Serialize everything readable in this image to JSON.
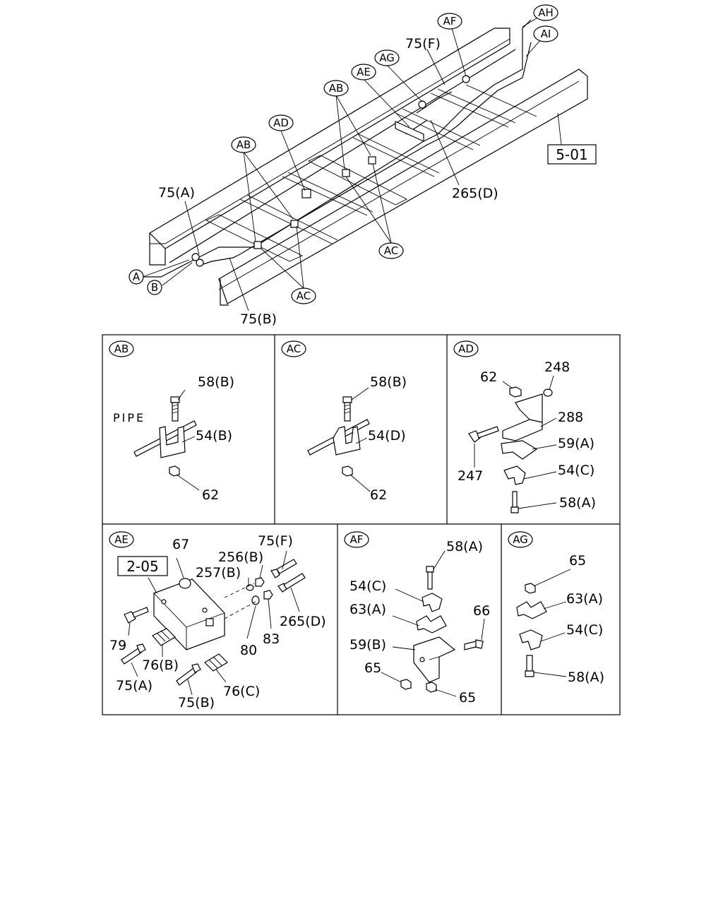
{
  "overview": {
    "callouts": {
      "AH": "AH",
      "AI": "AI",
      "AF": "AF",
      "AG": "AG",
      "AE": "AE",
      "AB": "AB",
      "AD": "AD",
      "AC": "AC",
      "A": "A",
      "B": "B"
    },
    "labels": {
      "p75F": "75(F)",
      "p75A": "75(A)",
      "p75B": "75(B)",
      "p265D": "265(D)",
      "ref501": "5-01"
    }
  },
  "details": {
    "AB": {
      "title": "AB",
      "bolt": "58(B)",
      "pipe": "PIPE",
      "clip": "54(B)",
      "nut": "62"
    },
    "AC": {
      "title": "AC",
      "bolt": "58(B)",
      "clip": "54(D)",
      "nut": "62"
    },
    "AD": {
      "title": "AD",
      "nut": "62",
      "washer": "248",
      "bracket": "288",
      "plate": "59(A)",
      "clip": "54(C)",
      "bolt_side": "247",
      "bolt": "58(A)"
    },
    "AE": {
      "title": "AE",
      "ref": "2-05",
      "p67": "67",
      "p256B": "256(B)",
      "p75F": "75(F)",
      "p257B": "257(B)",
      "p79": "79",
      "p80": "80",
      "p83": "83",
      "p265D": "265(D)",
      "p76B": "76(B)",
      "p76C": "76(C)",
      "p75A": "75(A)",
      "p75B": "75(B)"
    },
    "AF": {
      "title": "AF",
      "bolt": "58(A)",
      "clip": "54(C)",
      "plate": "63(A)",
      "bolt2": "66",
      "bracket": "59(B)",
      "nut1": "65",
      "nut2": "65"
    },
    "AG": {
      "title": "AG",
      "nut": "65",
      "plate": "63(A)",
      "clip": "54(C)",
      "bolt": "58(A)"
    }
  }
}
